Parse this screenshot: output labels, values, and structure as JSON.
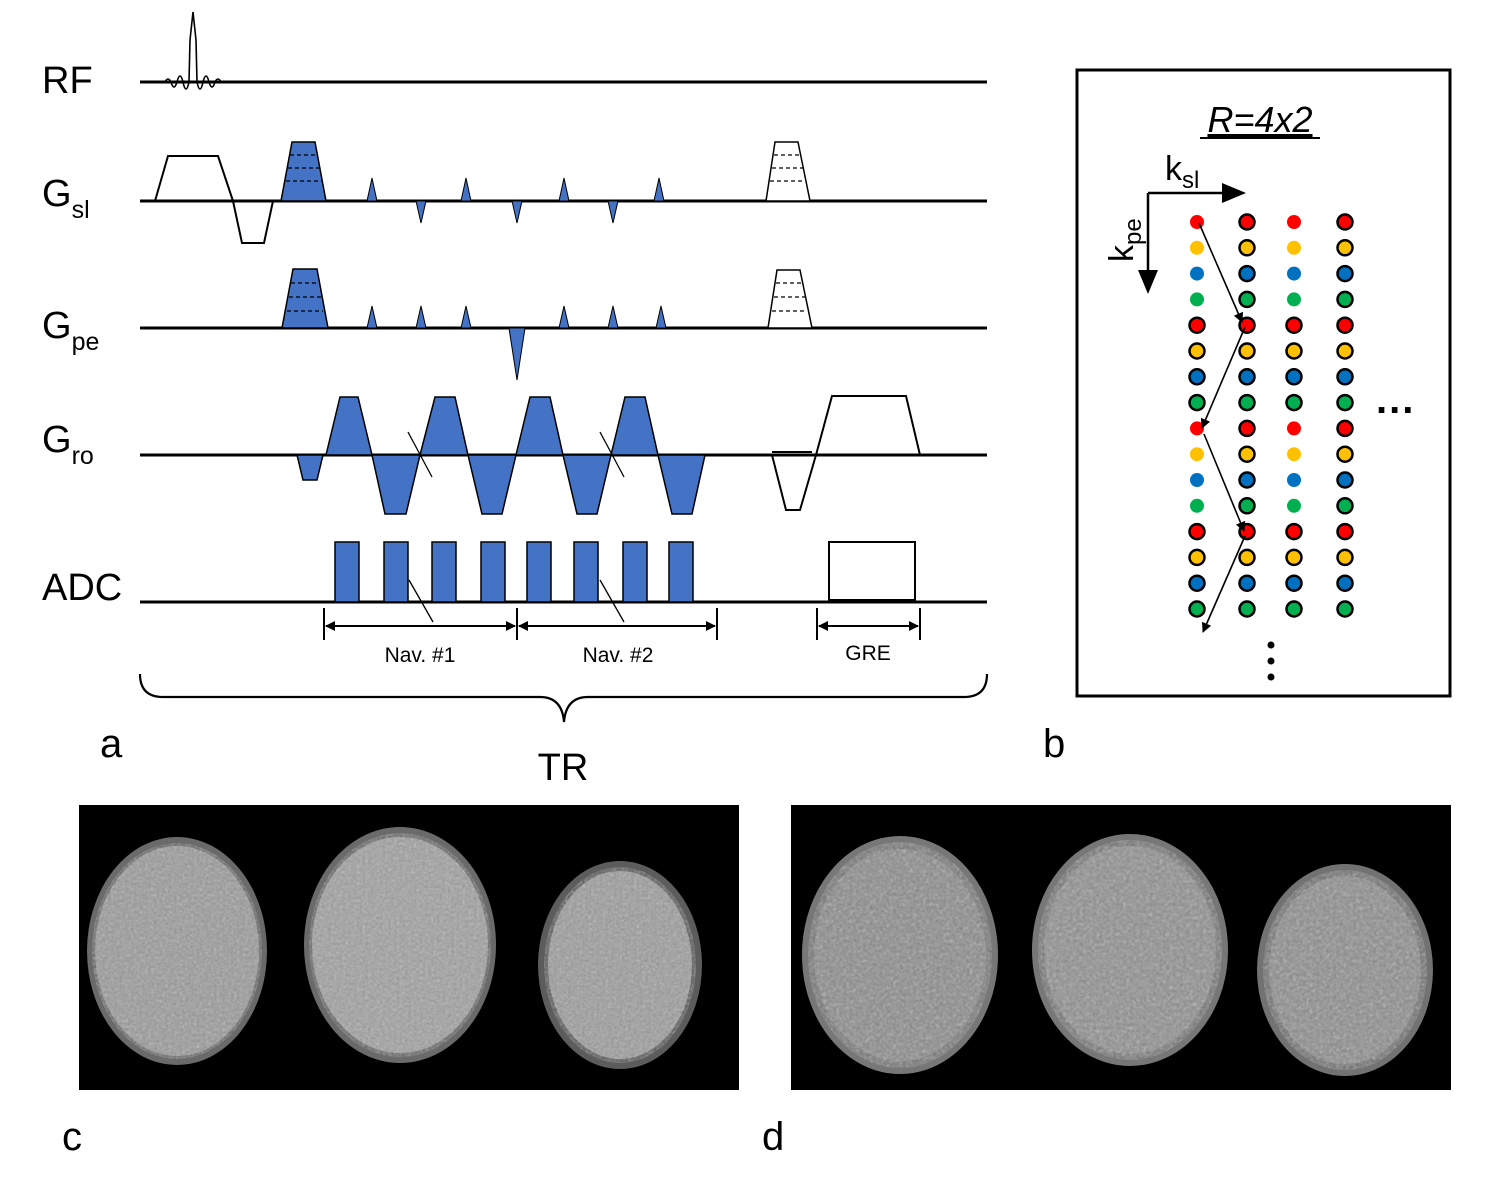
{
  "panel_a": {
    "rows": [
      {
        "main": "RF",
        "sub": ""
      },
      {
        "main": "G",
        "sub": "sl"
      },
      {
        "main": "G",
        "sub": "pe"
      },
      {
        "main": "G",
        "sub": "ro"
      },
      {
        "main": "ADC",
        "sub": ""
      }
    ],
    "intervals": [
      "Nav. #1",
      "Nav. #2",
      "GRE"
    ],
    "tr_label": "TR",
    "panel_letter": "a",
    "accent_color": "#4472C4"
  },
  "panel_b": {
    "title": "R=4x2",
    "ksl": {
      "main": "k",
      "sub": "sl"
    },
    "kpe": {
      "main": "k",
      "sub": "pe"
    },
    "ellipsis_h": "...",
    "ellipsis_v": "...",
    "panel_letter": "b",
    "dot_colors": [
      "#FF0000",
      "#FFC000",
      "#0070C0",
      "#00B050"
    ]
  },
  "panel_c": {
    "panel_letter": "c"
  },
  "panel_d": {
    "panel_letter": "d"
  }
}
